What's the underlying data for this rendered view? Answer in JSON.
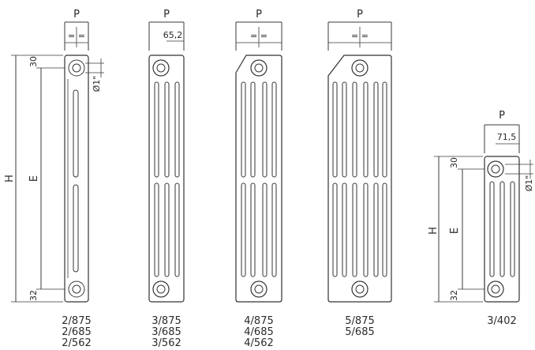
{
  "dimension_labels": {
    "depth": "P",
    "height": "H",
    "center_distance": "E",
    "top_offset": "30",
    "bottom_offset": "32",
    "connection": "Ø1\"",
    "equal_mark": "=  =",
    "depth_value_main": "65,2",
    "depth_value_small": "71,5"
  },
  "models": [
    {
      "id": "2col",
      "labels": [
        "2/875",
        "2/685",
        "2/562"
      ]
    },
    {
      "id": "3col",
      "labels": [
        "3/875",
        "3/685",
        "3/562"
      ]
    },
    {
      "id": "4col",
      "labels": [
        "4/875",
        "4/685",
        "4/562"
      ]
    },
    {
      "id": "5col",
      "labels": [
        "5/875",
        "5/685"
      ]
    },
    {
      "id": "3col-small",
      "labels": [
        "3/402"
      ]
    }
  ]
}
